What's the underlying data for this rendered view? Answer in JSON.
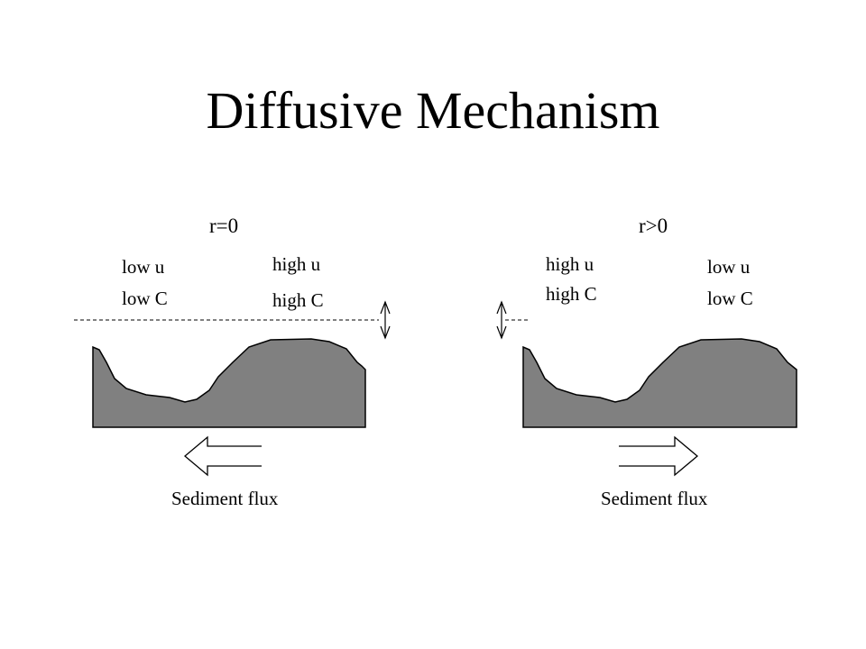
{
  "title": "Diffusive Mechanism",
  "panels": [
    {
      "condition": "r=0",
      "left_labels": [
        "low u",
        "low C"
      ],
      "right_labels": [
        "high u",
        "high C"
      ],
      "flux_label": "Sediment flux",
      "flux_direction": "left"
    },
    {
      "condition": "r>0",
      "left_labels": [
        "high u",
        "high C"
      ],
      "right_labels": [
        "low u",
        "low C"
      ],
      "flux_label": "Sediment flux",
      "flux_direction": "right"
    }
  ],
  "colors": {
    "bed": "#808080",
    "line": "#000000"
  }
}
